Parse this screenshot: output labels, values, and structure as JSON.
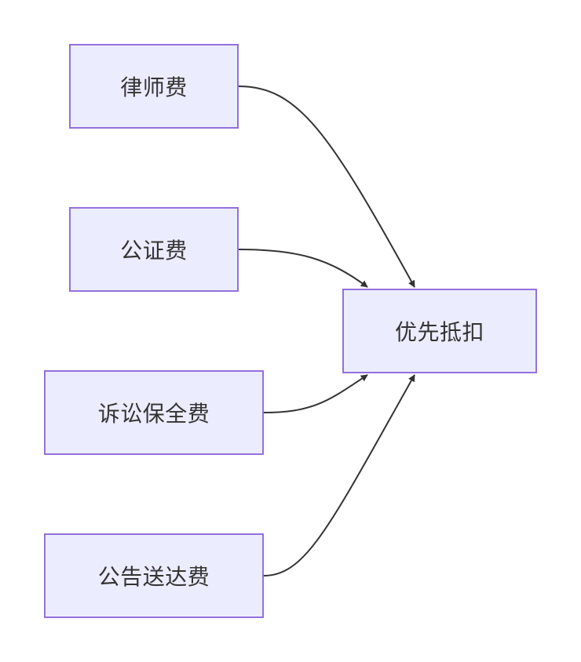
{
  "nodes": {
    "lawyer_fee": "律师费",
    "notary_fee": "公证费",
    "preservation_fee": "诉讼保全费",
    "notice_fee": "公告送达费",
    "priority_offset": "优先抵扣"
  },
  "edges": [
    {
      "from": "lawyer_fee",
      "to": "priority_offset"
    },
    {
      "from": "notary_fee",
      "to": "priority_offset"
    },
    {
      "from": "preservation_fee",
      "to": "priority_offset"
    },
    {
      "from": "notice_fee",
      "to": "priority_offset"
    }
  ],
  "colors": {
    "node_fill": "#ececff",
    "node_border": "#9370db",
    "edge": "#333333",
    "text": "#333333"
  }
}
